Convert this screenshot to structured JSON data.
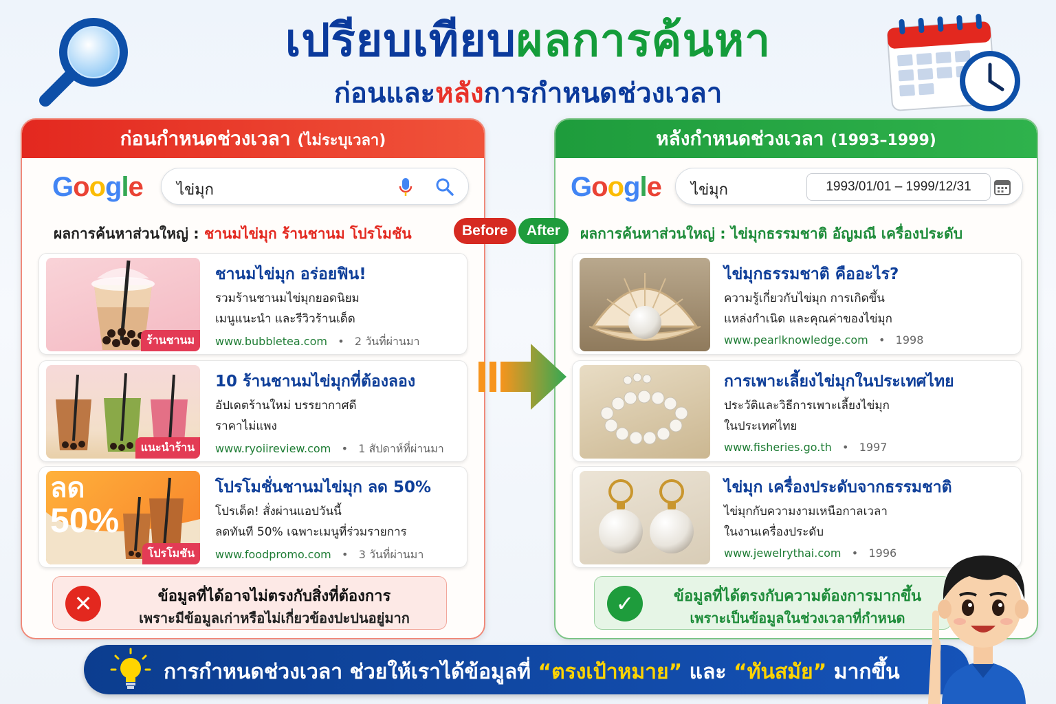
{
  "title": {
    "part1": "เปรียบเทียบ",
    "part2": "ผลการค้นหา",
    "sub1": "ก่อนและ",
    "sub2": "หลัง",
    "sub3": "การกำหนดช่วงเวลา"
  },
  "left_panel": {
    "header": "ก่อนกำหนดช่วงเวลา",
    "header_small": "(ไม่ระบุเวลา)",
    "search_query": "ไข่มุก",
    "summary_label": "ผลการค้นหาส่วนใหญ่ :",
    "summary_value": "ชานมไข่มุก ร้านชานม โปรโมชัน",
    "results": [
      {
        "title": "ชานมไข่มุก อร่อยฟิน!",
        "desc1": "รวมร้านชานมไข่มุกยอดนิยม",
        "desc2": "เมนูแนะนำ และรีวิวร้านเด็ด",
        "url": "www.bubbletea.com",
        "meta": "2 วันที่ผ่านมา",
        "tag": "ร้านชานม"
      },
      {
        "title": "10 ร้านชานมไข่มุกที่ต้องลอง",
        "desc1": "อัปเดตร้านใหม่  บรรยากาศดี",
        "desc2": "ราคาไม่แพง",
        "url": "www.ryoiireview.com",
        "meta": "1 สัปดาห์ที่ผ่านมา",
        "tag": "แนะนำร้าน"
      },
      {
        "title": "โปรโมชั่นชานมไข่มุก ลด 50%",
        "desc1": "โปรเด็ด! สั่งผ่านแอปวันนี้",
        "desc2": "ลดทันที 50% เฉพาะเมนูที่ร่วมรายการ",
        "url": "www.foodpromo.com",
        "meta": "3 วันที่ผ่านมา",
        "tag": "โปรโมชัน",
        "promo_line1": "ลด",
        "promo_line2": "50%"
      }
    ],
    "note_line1": "ข้อมูลที่ได้อาจไม่ตรงกับสิ่งที่ต้องการ",
    "note_line2": "เพราะมีข้อมูลเก่าหรือไม่เกี่ยวข้องปะปนอยู่มาก"
  },
  "right_panel": {
    "header": "หลังกำหนดช่วงเวลา",
    "header_small": "(1993–1999)",
    "search_query": "ไข่มุก",
    "date_range": "1993/01/01   –   1999/12/31",
    "summary": "ผลการค้นหาส่วนใหญ่ : ไข่มุกธรรมชาติ อัญมณี เครื่องประดับ",
    "results": [
      {
        "title": "ไข่มุกธรรมชาติ คืออะไร?",
        "desc1": "ความรู้เกี่ยวกับไข่มุก การเกิดขึ้น",
        "desc2": "แหล่งกำเนิด และคุณค่าของไข่มุก",
        "url": "www.pearlknowledge.com",
        "meta": "1998"
      },
      {
        "title": "การเพาะเลี้ยงไข่มุกในประเทศไทย",
        "desc1": "ประวัติและวิธีการเพาะเลี้ยงไข่มุก",
        "desc2": "ในประเทศไทย",
        "url": "www.fisheries.go.th",
        "meta": "1997"
      },
      {
        "title": "ไข่มุก เครื่องประดับจากธรรมชาติ",
        "desc1": "ไข่มุกกับความงามเหนือกาลเวลา",
        "desc2": "ในงานเครื่องประดับ",
        "url": "www.jewelrythai.com",
        "meta": "1996"
      }
    ],
    "note_line1": "ข้อมูลที่ได้ตรงกับความต้องการมากขึ้น",
    "note_line2": "เพราะเป็นข้อมูลในช่วงเวลาที่กำหนด"
  },
  "pills": {
    "before": "Before",
    "after": "After"
  },
  "google_logo": [
    "G",
    "o",
    "o",
    "g",
    "l",
    "e"
  ],
  "banner": {
    "part1": "การกำหนดช่วงเวลา ช่วยให้เราได้ข้อมูลที่ ",
    "q1": "“ตรงเป้าหมาย”",
    "part2": " และ ",
    "q2": "“ทันสมัย”",
    "part3": " มากขึ้น"
  },
  "colors": {
    "title_blue": "#0b3a9c",
    "title_green": "#149c3a",
    "accent_red": "#e3281f",
    "accent_green": "#1e9c3c",
    "banner_blue": "#0c3d8f",
    "banner_yellow": "#ffd400"
  },
  "icons": {
    "magnifier": "magnifier-icon",
    "calendar": "calendar-clock-icon",
    "mic": "microphone-icon",
    "search": "search-icon",
    "date": "calendar-icon",
    "wrong": "x-circle-icon",
    "right": "check-circle-icon",
    "arrow": "arrow-right-icon",
    "bulb": "lightbulb-icon"
  }
}
